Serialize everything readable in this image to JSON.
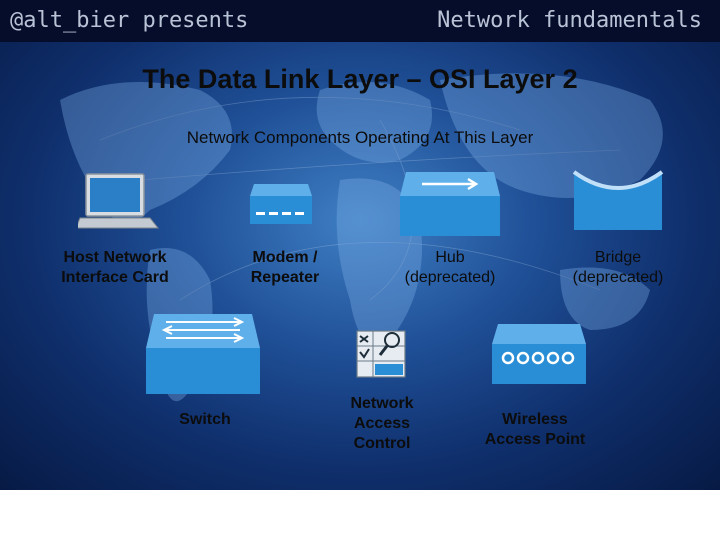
{
  "header": {
    "left_brand": "@alt_bier presents",
    "right_brand": "Network fundamentals"
  },
  "slide": {
    "title": "The Data Link Layer – OSI Layer 2",
    "subtitle": "Network Components Operating At This Layer"
  },
  "components": {
    "host_nic": "Host Network\nInterface Card",
    "modem": "Modem /\nRepeater",
    "hub": "Hub\n(deprecated)",
    "bridge": "Bridge\n(deprecated)",
    "switch": "Switch",
    "nac": "Network\nAccess\nControl",
    "wap": "Wireless\nAccess Point"
  },
  "colors": {
    "background_dark": "#071a45",
    "background_glow": "#3f7fc4",
    "device_blue": "#2a8ed6",
    "header_bar": "#050d2a"
  },
  "icons": {
    "host_nic": "laptop-icon",
    "modem": "modem-icon",
    "hub": "hub-icon",
    "bridge": "bridge-icon",
    "switch": "switch-icon",
    "nac": "access-control-icon",
    "wap": "wireless-access-point-icon"
  }
}
